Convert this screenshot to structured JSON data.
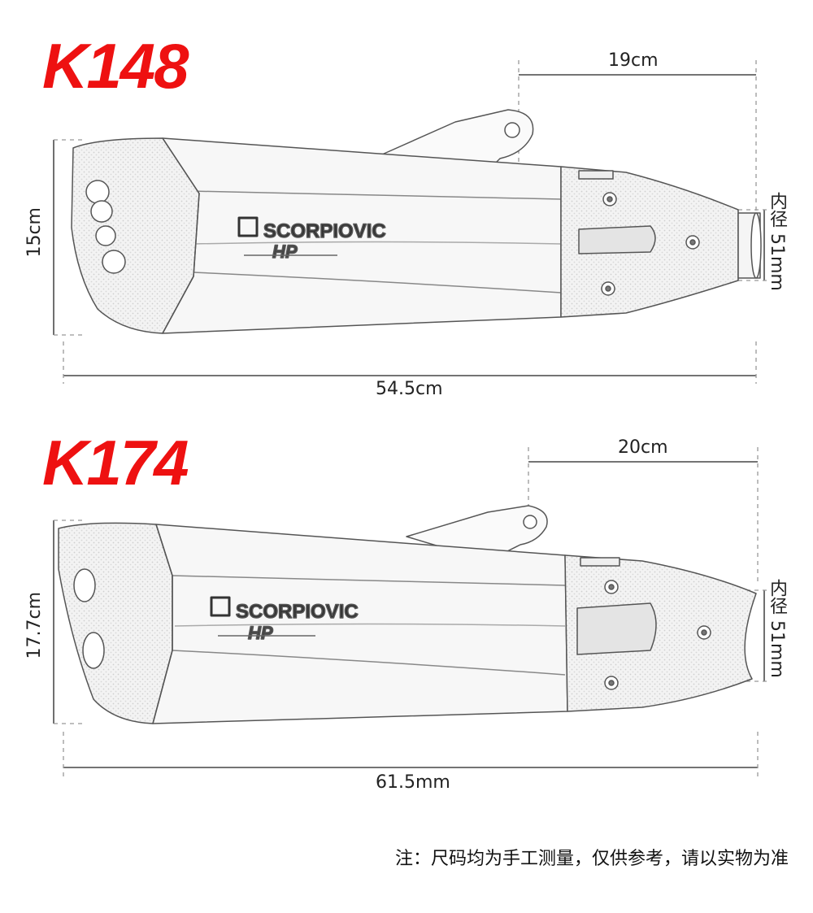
{
  "products": [
    {
      "model": "K148",
      "brand": "SCORPIOVIC",
      "badge": "HP",
      "dim_outlet_length": "19cm",
      "dim_height": "15cm",
      "dim_inner_diameter": "内径 51mm",
      "dim_total_length": "54.5cm"
    },
    {
      "model": "K174",
      "brand": "SCORPIOVIC",
      "badge": "HP",
      "dim_outlet_length": "20cm",
      "dim_height": "17.7cm",
      "dim_inner_diameter": "内径 51mm",
      "dim_total_length": "61.5mm"
    }
  ],
  "note": "注：尺码均为手工测量，仅供参考，请以实物为准",
  "colors": {
    "model_title": "#ee1111",
    "line": "#222222",
    "sketch": "#555555"
  }
}
